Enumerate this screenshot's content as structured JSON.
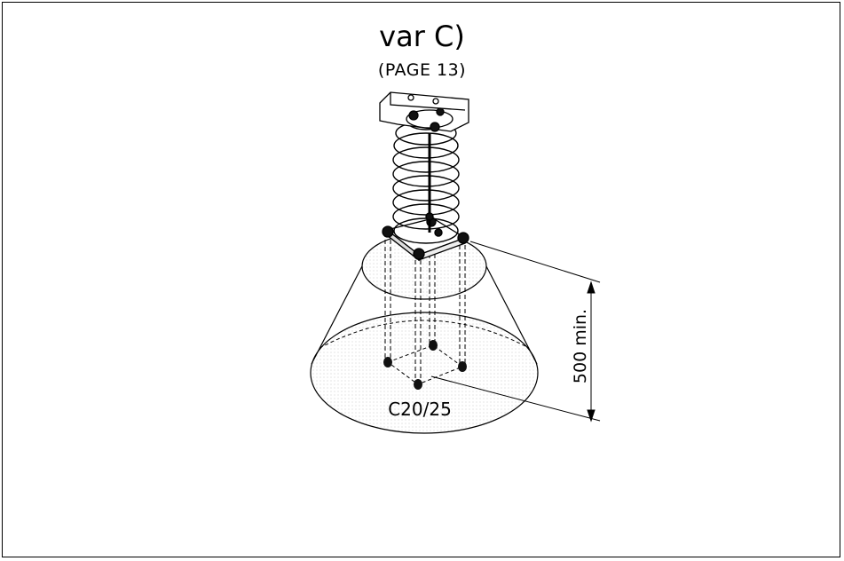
{
  "title": "var C)",
  "subtitle": "(PAGE 13)",
  "labels": {
    "concrete": "C20/25",
    "depth": "500 min."
  }
}
